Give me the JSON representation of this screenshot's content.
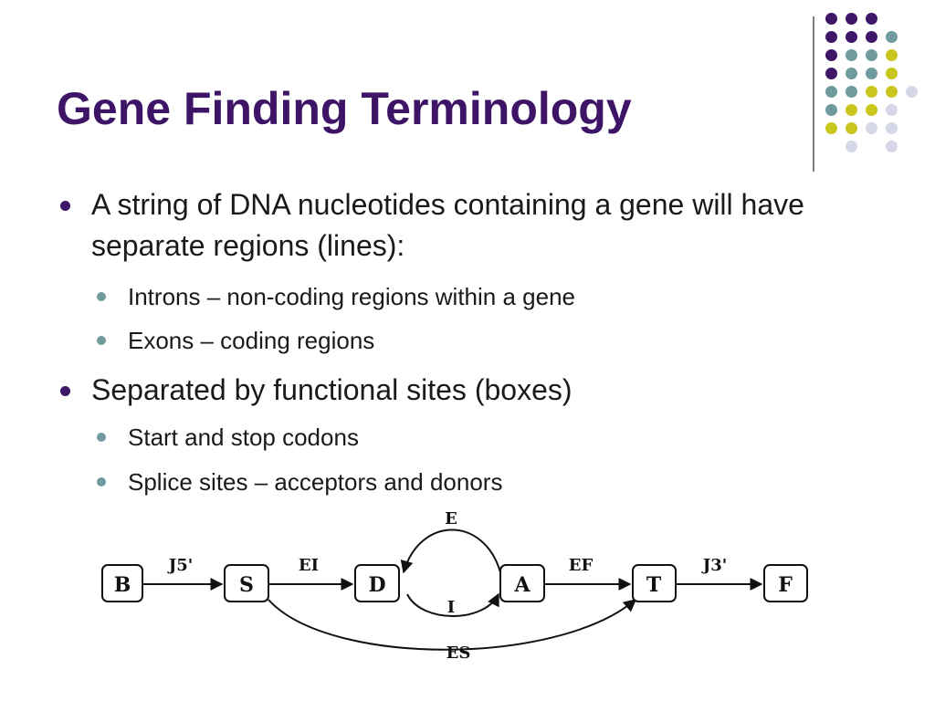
{
  "slide": {
    "title": "Gene Finding Terminology",
    "bullets": [
      {
        "text": "A string of DNA nucleotides containing a gene will have separate regions (lines):",
        "sub": [
          "Introns – non-coding regions within a gene",
          "Exons – coding regions"
        ]
      },
      {
        "text": "Separated by functional sites (boxes)",
        "sub": [
          "Start and stop codons",
          "Splice sites – acceptors and donors"
        ]
      }
    ]
  },
  "decoration": {
    "dot_colors": {
      "purple": "#3f1768",
      "teal": "#6f9b9e",
      "yellow": "#c9c71e",
      "lilac": "#d6d7e8"
    },
    "title_color": "#3d1466"
  },
  "diagram": {
    "nodes": [
      "B",
      "S",
      "D",
      "A",
      "T",
      "F"
    ],
    "edges": {
      "b_s": "J5'",
      "s_d": "EI",
      "d_a_top": "E",
      "a_d_bottom": "I",
      "a_t": "EF",
      "t_f": "J3'",
      "s_t": "ES"
    }
  }
}
